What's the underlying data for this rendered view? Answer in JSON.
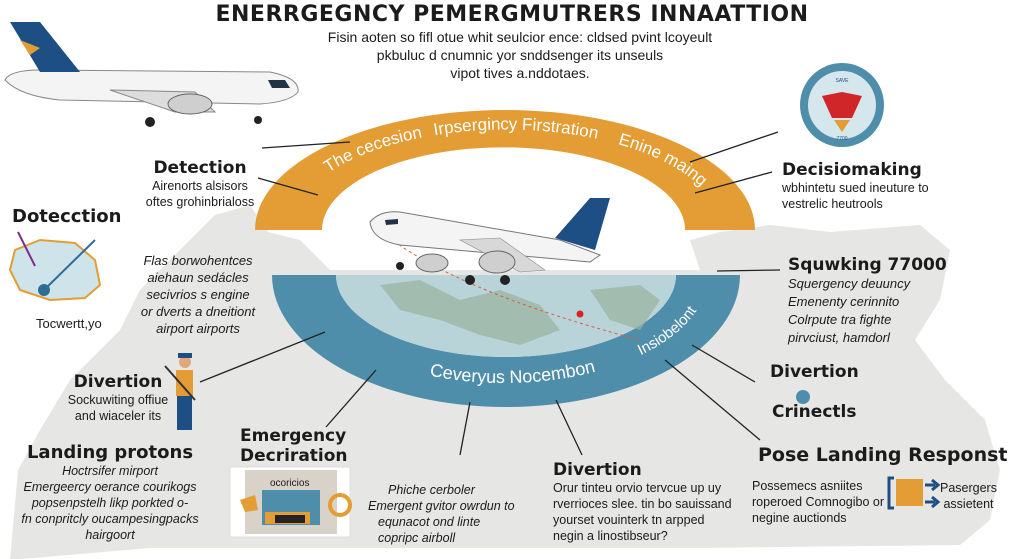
{
  "title": "ENERRGEGNCY PEMERGMUTRERS INNAATTION",
  "subtitle": [
    "Fisin aoten so fifl otue whit seulcior ence: cldsed pvint lcoyeult",
    "pkbuluc d cnumnic yor snddsenger its unseuls",
    "vipot tives a.nddotaes."
  ],
  "colors": {
    "orange": "#e39d34",
    "blue": "#4e8eab",
    "gray": "#e6e6e4",
    "navy": "#1e4f84"
  },
  "arc": {
    "top_labels": [
      "The cecesion",
      "Irpsergincy Firstration",
      "Enine maing"
    ],
    "bottom_labels": [
      "Ceveryus Nocembon",
      "Insiobelont"
    ]
  },
  "sections": {
    "detection_top": {
      "title": "Detection",
      "lines": [
        "Airenorts alsisors",
        "oftes grohinbrialoss"
      ]
    },
    "detection_left": {
      "title": "Dotecction",
      "caption": "Tocwertt,yo"
    },
    "center_left_text": [
      "Flas borwohentces",
      "aiehaun sedácles",
      "secivrios s engine",
      "or dverts a dneitiont",
      "airport airports"
    ],
    "decision": {
      "title": "Decisiomaking",
      "lines": [
        "wbhintetu sued ineuture to",
        "vestrelic heutrools"
      ]
    },
    "squawk": {
      "title": "Squwking 77000",
      "lines": [
        "Squergency deuuncy",
        "Emenenty cerinnito",
        "Colrpute tra fighte",
        "pirvciust, hamdorl"
      ]
    },
    "diversion_right": {
      "title": "Divertion",
      "sub": "Crinectls"
    },
    "diversion_left": {
      "title": "Divertion",
      "lines": [
        "Sockuwiting offiue",
        "and wiaceler its"
      ]
    },
    "landing": {
      "title": "Landing protons",
      "lines": [
        "Hoctrsifer mirport",
        "Emergeercy oerance courikogs",
        "popsenpstelh likp porkted o-",
        "fn conpritcly oucampesingpacks",
        "hairgoort"
      ]
    },
    "declaration": {
      "title_1": "Emergency",
      "title_2": "Decriration",
      "panel_label": "ocoricios"
    },
    "center_bottom_text": [
      "Phiche cerboler",
      "Emergent gvitor owrdun to",
      "equnacot ond linte",
      "copripc airboll"
    ],
    "diversion_bottom": {
      "title": "Divertion",
      "lines": [
        "Orur tinteu orvio tervcue up uy",
        "rverrioces slee. tin bo sauissand",
        "yourset vouinterk tn arpped",
        "negin a linostibseur?"
      ]
    },
    "post_landing": {
      "title": "Pose Landing Responst",
      "lines": [
        "Possemecs asniites",
        "roperoed Comnogibo or",
        "negine auctionds"
      ],
      "icon_label": [
        "Pasergers",
        "assietent"
      ]
    }
  },
  "badge": {
    "text": [
      "SAVE",
      "7700"
    ]
  }
}
